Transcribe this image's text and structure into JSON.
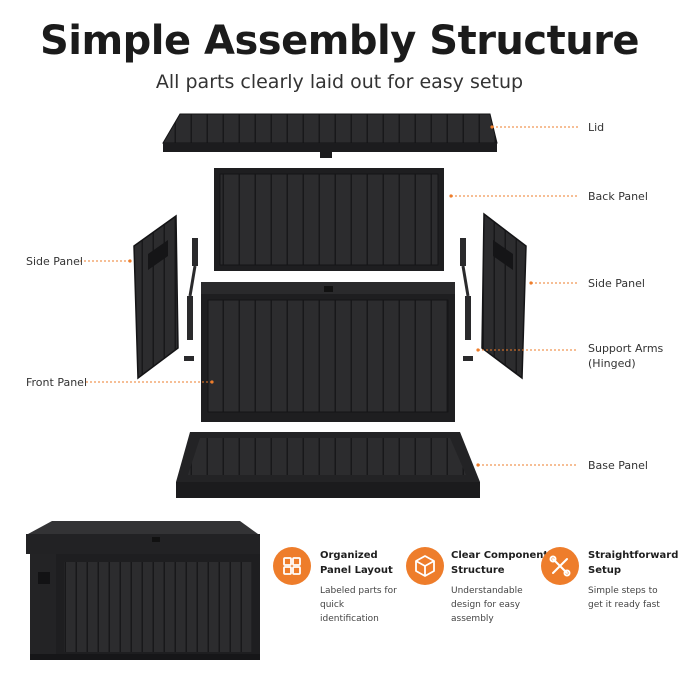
{
  "header": {
    "title": "Simple Assembly Structure",
    "subtitle": "All parts clearly laid out for easy setup"
  },
  "callouts": {
    "lid": "Lid",
    "back_panel": "Back Panel",
    "side_panel_left": "Side Panel",
    "side_panel_right": "Side Panel",
    "front_panel": "Front Panel",
    "support_arms_line1": "Support Arms",
    "support_arms_line2": "(Hinged)",
    "base_panel": "Base Panel"
  },
  "features": [
    {
      "icon": "grid-icon",
      "title_line1": "Organized",
      "title_line2": "Panel Layout",
      "desc": "Labeled parts for quick identification"
    },
    {
      "icon": "cube-icon",
      "title_line1": "Clear Component",
      "title_line2": "Structure",
      "desc": "Understandable design for easy assembly"
    },
    {
      "icon": "tools-icon",
      "title_line1": "Straightforward",
      "title_line2": "Setup",
      "desc": "Simple steps to get it ready fast"
    }
  ],
  "colors": {
    "accent": "#ee7d2b",
    "panel": "#2b2b2d",
    "panel_dark": "#1d1d1f",
    "leader_line": "#ee7d2b"
  }
}
